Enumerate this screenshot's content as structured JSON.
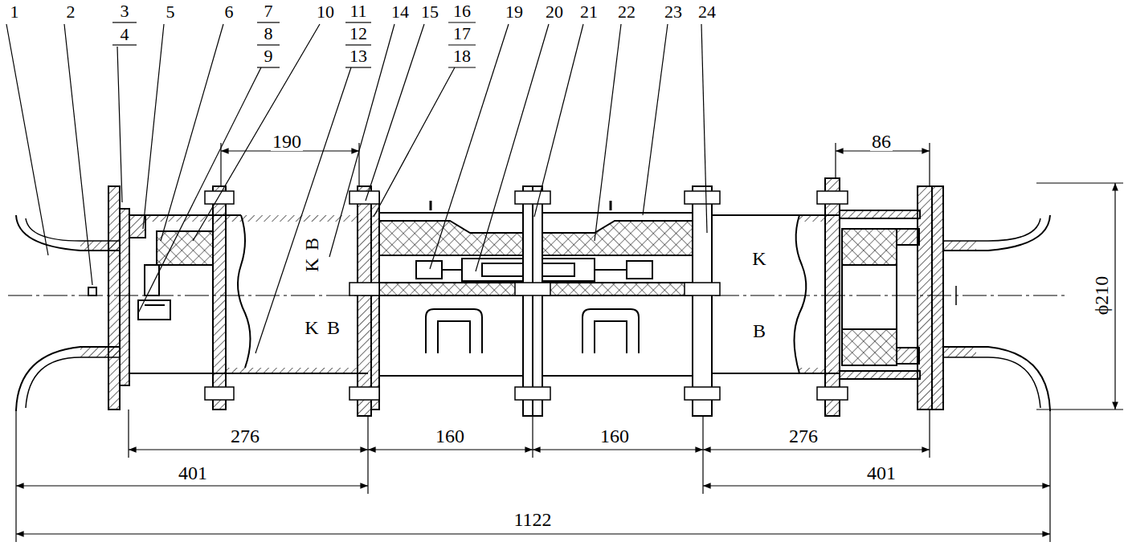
{
  "diagram": {
    "labels": [
      "1",
      "2",
      "3",
      "4",
      "5",
      "6",
      "7",
      "8",
      "9",
      "10",
      "11",
      "12",
      "13",
      "14",
      "15",
      "16",
      "17",
      "18",
      "19",
      "20",
      "21",
      "22",
      "23",
      "24",
      "190",
      "86",
      "276",
      "160",
      "160",
      "276",
      "401",
      "401",
      "1122",
      "ϕ210",
      "K",
      "B",
      "K",
      "B",
      "K",
      "B"
    ]
  }
}
